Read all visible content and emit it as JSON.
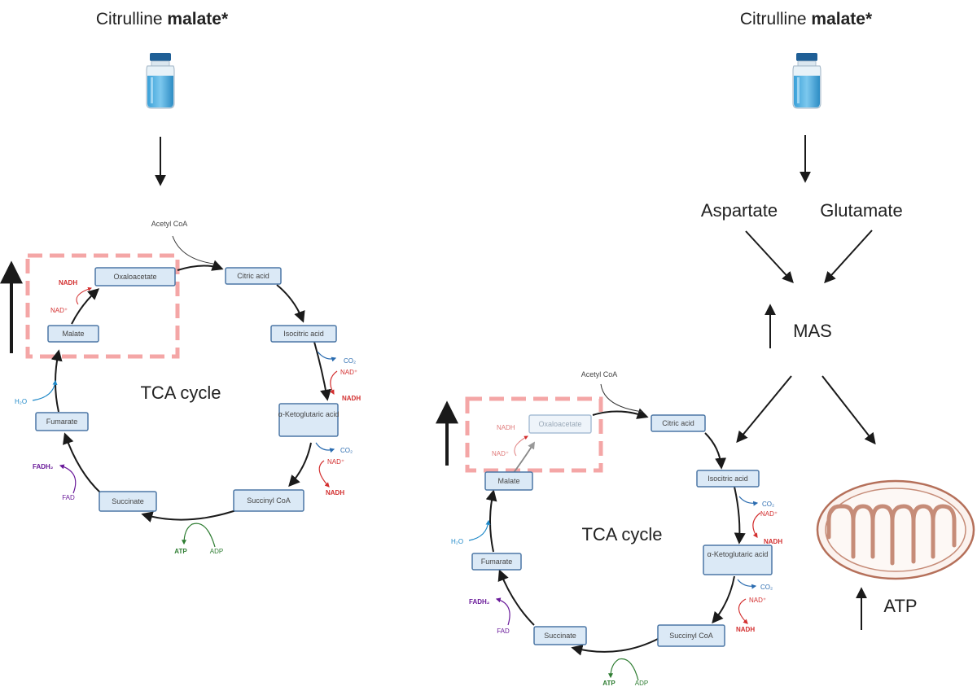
{
  "panels": [
    {
      "title_plain": "Citrulline",
      "title_bold": "malate*",
      "cycle_label": "TCA cycle",
      "nodes": {
        "oxaloacetate": "Oxaloacetate",
        "citric": "Citric acid",
        "isocitric": "Isocitric acid",
        "aketo": "α-Ketoglutaric acid",
        "succoa": "Succinyl CoA",
        "succinate": "Succinate",
        "fumarate": "Fumarate",
        "malate": "Malate"
      },
      "cofactors": {
        "acetyl": "Acetyl CoA",
        "co2_1": "CO₂",
        "nad_1": "NAD⁺",
        "nadh_1": "NADH",
        "co2_2": "CO₂",
        "nad_2": "NAD⁺",
        "nadh_2": "NADH",
        "atp": "ATP",
        "adp": "ADP",
        "fadh2": "FADH₂",
        "fad": "FAD",
        "h2o": "H₂O",
        "nadh_mal": "NADH",
        "nad_mal": "NAD⁺"
      }
    },
    {
      "title_plain": "Citrulline",
      "title_bold": "malate*",
      "cycle_label": "TCA cycle",
      "nodes": {
        "oxaloacetate": "Oxaloacetate",
        "citric": "Citric acid",
        "isocitric": "Isocitric acid",
        "aketo": "α-Ketoglutaric acid",
        "succoa": "Succinyl CoA",
        "succinate": "Succinate",
        "fumarate": "Fumarate",
        "malate": "Malate"
      },
      "cofactors": {
        "acetyl": "Acetyl CoA",
        "co2_1": "CO₂",
        "nad_1": "NAD⁺",
        "nadh_1": "NADH",
        "co2_2": "CO₂",
        "nad_2": "NAD⁺",
        "nadh_2": "NADH",
        "atp": "ATP",
        "adp": "ADP",
        "fadh2": "FADH₂",
        "fad": "FAD",
        "h2o": "H₂O",
        "nadh_mal": "NADH",
        "nad_mal": "NAD⁺"
      }
    }
  ],
  "right": {
    "aspartate": "Aspartate",
    "glutamate": "Glutamate",
    "mas": "MAS",
    "atp": "ATP"
  },
  "colors": {
    "co2": "#2b6cb0",
    "nad": "#d32f2f",
    "atp": "#2e7d32",
    "fad": "#6a1b9a",
    "h2o": "#1e88c8",
    "highlight": "#f4a6a6"
  },
  "icons": [
    "vial-icon",
    "mitochondrion-icon"
  ]
}
